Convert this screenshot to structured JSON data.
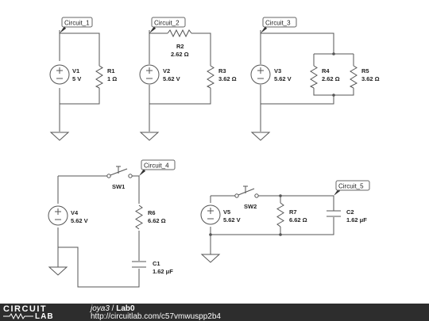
{
  "circuits": {
    "c1": {
      "flag": "Circuit_1",
      "source": {
        "name": "V1",
        "value": "5 V"
      },
      "resistor": {
        "name": "R1",
        "value": "1 Ω"
      }
    },
    "c2": {
      "flag": "Circuit_2",
      "series_resistor": {
        "name": "R2",
        "value": "2.62 Ω"
      },
      "source": {
        "name": "V2",
        "value": "5.62 V"
      },
      "resistor": {
        "name": "R3",
        "value": "3.62 Ω"
      }
    },
    "c3": {
      "flag": "Circuit_3",
      "source": {
        "name": "V3",
        "value": "5.62 V"
      },
      "resistor_a": {
        "name": "R4",
        "value": "2.62 Ω"
      },
      "resistor_b": {
        "name": "R5",
        "value": "3.62 Ω"
      }
    },
    "c4": {
      "flag": "Circuit_4",
      "switch": {
        "name": "SW1"
      },
      "source": {
        "name": "V4",
        "value": "5.62 V"
      },
      "resistor": {
        "name": "R6",
        "value": "6.62 Ω"
      },
      "capacitor": {
        "name": "C1",
        "value": "1.62 μF"
      }
    },
    "c5": {
      "flag": "Circuit_5",
      "switch": {
        "name": "SW2"
      },
      "source": {
        "name": "V5",
        "value": "5.62 V"
      },
      "resistor": {
        "name": "R7",
        "value": "6.62 Ω"
      },
      "capacitor": {
        "name": "C2",
        "value": "1.62 μF"
      }
    }
  },
  "footer": {
    "logo_top": "CIRCUIT",
    "logo_bottom": "LAB",
    "user": "joya3",
    "separator": " / ",
    "title": "Lab0",
    "url": "http://circuitlab.com/c57vmwuspp2b4"
  },
  "colors": {
    "wire": "#555555",
    "flag_border": "#666666",
    "source_fill": "#ffffff",
    "footer_bg": "#2d2d2d",
    "text": "#222222"
  }
}
